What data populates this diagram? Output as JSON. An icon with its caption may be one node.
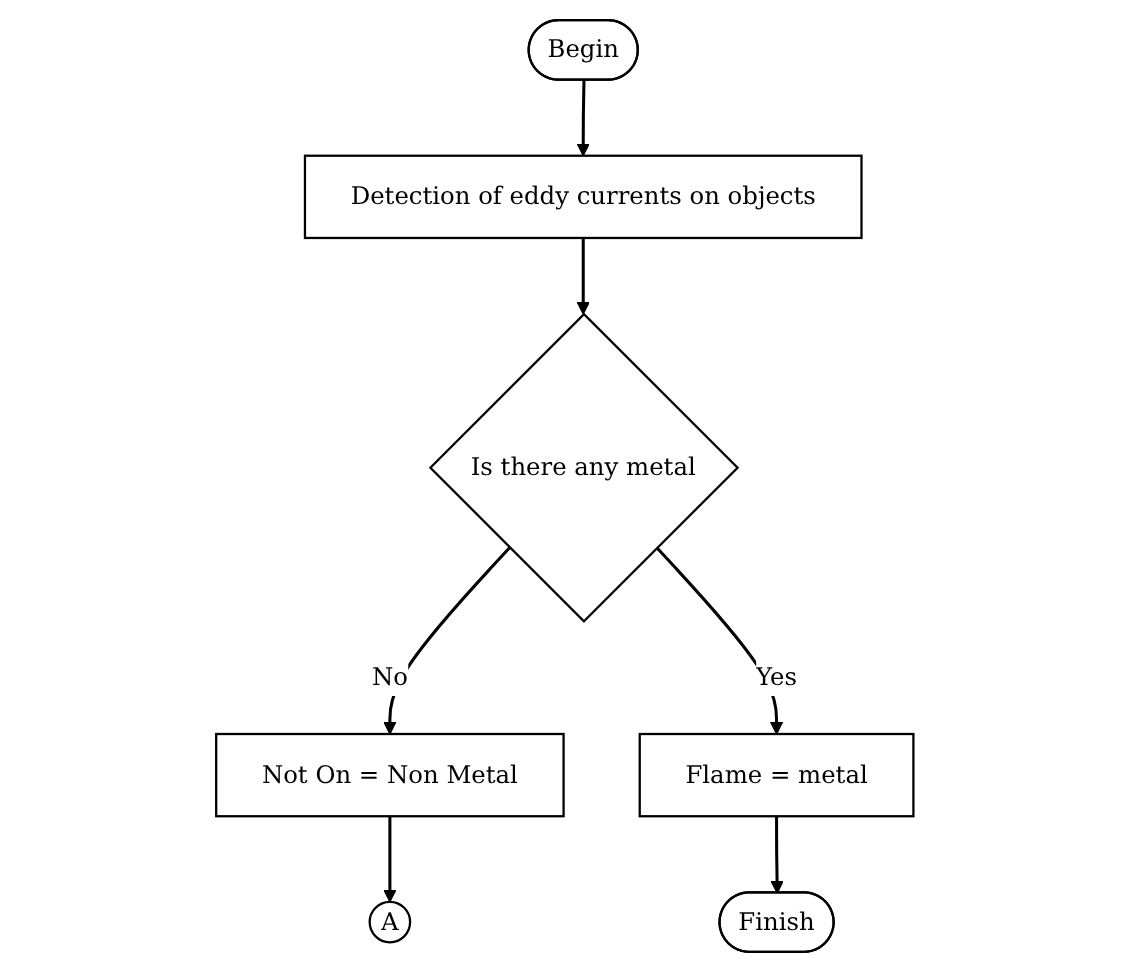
{
  "diagram": {
    "nodes": [
      {
        "text": [
          "Begin"
        ]
      },
      {
        "text": [
          "Detection of eddy currents on objects"
        ]
      },
      {
        "text": [
          "Is there any metal"
        ]
      },
      {
        "text": [
          "Not On = Non Metal"
        ]
      },
      {
        "text": [
          "A"
        ]
      },
      {
        "text": [
          "Flame = metal"
        ]
      },
      {
        "text": [
          "Finish"
        ]
      }
    ],
    "edges": [
      {
        "from": 0,
        "to": 1,
        "arrow": "to"
      },
      {
        "from": 1,
        "to": 2,
        "arrow": "to"
      },
      {
        "from": 2,
        "to": 3,
        "label": "No",
        "arrow": "to"
      },
      {
        "from": 3,
        "to": 4,
        "arrow": "to"
      },
      {
        "from": 2,
        "to": 5,
        "label": "Yes",
        "arrow": "to"
      },
      {
        "from": 5,
        "to": 6,
        "arrow": "to"
      }
    ]
  }
}
